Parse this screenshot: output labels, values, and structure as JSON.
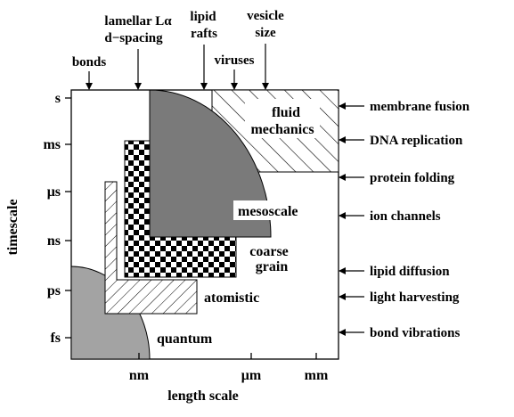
{
  "axes": {
    "x_title": "length scale",
    "y_title": "timescale",
    "x_ticks": [
      "nm",
      "μm",
      "mm"
    ],
    "y_ticks": [
      "s",
      "ms",
      "μs",
      "ns",
      "ps",
      "fs"
    ]
  },
  "top_markers": [
    {
      "name": "bonds",
      "lines": [
        "bonds"
      ]
    },
    {
      "name": "lamellar",
      "lines": [
        "lamellar Lα",
        "d−spacing"
      ]
    },
    {
      "name": "lipid-rafts",
      "lines": [
        "lipid",
        "rafts"
      ]
    },
    {
      "name": "viruses",
      "lines": [
        "viruses"
      ]
    },
    {
      "name": "vesicle-size",
      "lines": [
        "vesicle",
        "size"
      ]
    }
  ],
  "right_markers": [
    "membrane fusion",
    "DNA replication",
    "protein folding",
    "ion channels",
    "lipid diffusion",
    "light harvesting",
    "bond vibrations"
  ],
  "regions": {
    "quantum": "quantum",
    "atomistic": "atomistic",
    "coarse_grain": [
      "coarse",
      "grain"
    ],
    "mesoscale": "mesoscale",
    "fluid_mechanics": [
      "fluid",
      "mechanics"
    ]
  },
  "colors": {
    "quantum_fill": "#a3a3a3",
    "mesoscale_fill": "#7a7a7a",
    "line": "#000000"
  }
}
